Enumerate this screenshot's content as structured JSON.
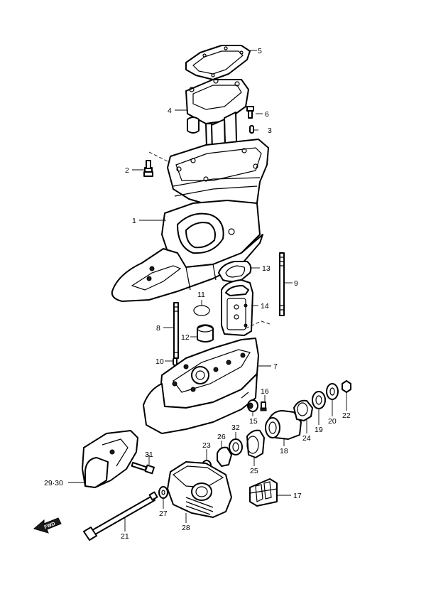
{
  "diagram": {
    "forward_arrow_text": "FWD",
    "callouts": [
      {
        "id": "c5",
        "text": "5"
      },
      {
        "id": "c4",
        "text": "4"
      },
      {
        "id": "c6",
        "text": "6"
      },
      {
        "id": "c3",
        "text": "3"
      },
      {
        "id": "c2",
        "text": "2"
      },
      {
        "id": "c1",
        "text": "1"
      },
      {
        "id": "c13",
        "text": "13"
      },
      {
        "id": "c9",
        "text": "9"
      },
      {
        "id": "c11",
        "text": "11"
      },
      {
        "id": "c14",
        "text": "14"
      },
      {
        "id": "c8",
        "text": "8"
      },
      {
        "id": "c12",
        "text": "12"
      },
      {
        "id": "c10",
        "text": "10"
      },
      {
        "id": "c7",
        "text": "7"
      },
      {
        "id": "c16",
        "text": "16"
      },
      {
        "id": "c15",
        "text": "15"
      },
      {
        "id": "c22",
        "text": "22"
      },
      {
        "id": "c20",
        "text": "20"
      },
      {
        "id": "c19",
        "text": "19"
      },
      {
        "id": "c24",
        "text": "24"
      },
      {
        "id": "c18",
        "text": "18"
      },
      {
        "id": "c32",
        "text": "32"
      },
      {
        "id": "c26",
        "text": "26"
      },
      {
        "id": "c23",
        "text": "23"
      },
      {
        "id": "c25",
        "text": "25"
      },
      {
        "id": "c31",
        "text": "31"
      },
      {
        "id": "c2930",
        "text": "29·30"
      },
      {
        "id": "c17",
        "text": "17"
      },
      {
        "id": "c27",
        "text": "27"
      },
      {
        "id": "c28",
        "text": "28"
      },
      {
        "id": "c21",
        "text": "21"
      }
    ]
  }
}
